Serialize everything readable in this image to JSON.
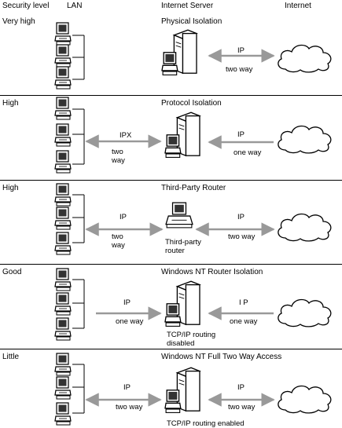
{
  "headers": {
    "security_level": "Security level",
    "lan": "LAN",
    "internet_server": "Internet Server",
    "internet": "Internet"
  },
  "panels": [
    {
      "level": "Very high",
      "title": "Physical Isolation",
      "left_protocol": "",
      "left_direction": "",
      "right_protocol": "IP",
      "right_direction": "two way",
      "center_caption": ""
    },
    {
      "level": "High",
      "title": "Protocol Isolation",
      "left_protocol": "IPX",
      "left_direction": "two\nway",
      "right_protocol": "IP",
      "right_direction": "one way",
      "center_caption": ""
    },
    {
      "level": "High",
      "title": "Third-Party Router",
      "left_protocol": "IP",
      "left_direction": "two\nway",
      "right_protocol": "IP",
      "right_direction": "two way",
      "center_caption": "Third-party\nrouter"
    },
    {
      "level": "Good",
      "title": "Windows NT Router Isolation",
      "left_protocol": "IP",
      "left_direction": "one way",
      "right_protocol": "I P",
      "right_direction": "one way",
      "center_caption": "TCP/IP routing\ndisabled"
    },
    {
      "level": "Little",
      "title": "Windows NT Full Two Way Access",
      "left_protocol": "IP",
      "left_direction": "two way",
      "right_protocol": "IP",
      "right_direction": "two way",
      "center_caption": "TCP/IP routing enabled"
    }
  ]
}
